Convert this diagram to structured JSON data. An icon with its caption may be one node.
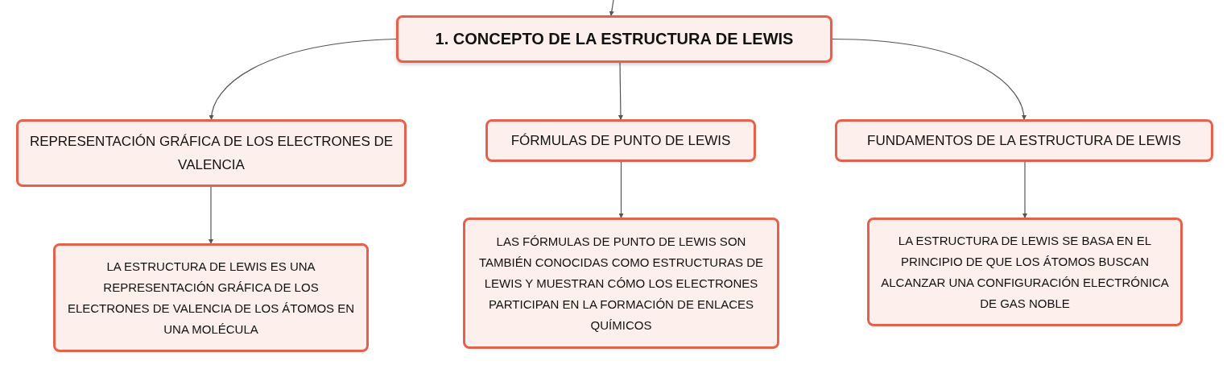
{
  "diagram": {
    "nodes": [
      {
        "text": [
          "1. CONCEPTO DE LA ESTRUCTURA DE LEWIS"
        ]
      },
      {
        "text": [
          "REPRESENTACIÓN GRÁFICA DE LOS ELECTRONES DE VALENCIA"
        ]
      },
      {
        "text": [
          "FÓRMULAS DE PUNTO DE LEWIS"
        ]
      },
      {
        "text": [
          "FUNDAMENTOS DE LA ESTRUCTURA DE LEWIS"
        ]
      },
      {
        "text": [
          "LA ESTRUCTURA DE LEWIS ES UNA REPRESENTACIÓN GRÁFICA DE LOS ELECTRONES DE VALENCIA DE LOS ÁTOMOS EN UNA MOLÉCULA"
        ]
      },
      {
        "text": [
          "LAS FÓRMULAS DE PUNTO DE LEWIS SON TAMBIÉN CONOCIDAS COMO ESTRUCTURAS DE LEWIS Y MUESTRAN CÓMO LOS ELECTRONES PARTICIPAN EN LA FORMACIÓN DE ENLACES QUÍMICOS"
        ]
      },
      {
        "text": [
          "LA ESTRUCTURA DE LEWIS SE BASA EN EL PRINCIPIO DE QUE LOS ÁTOMOS BUSCAN ALCANZAR UNA CONFIGURACIÓN ELECTRÓNICA DE GAS NOBLE"
        ]
      }
    ],
    "edges": [
      {
        "from": null,
        "to": 0,
        "arrow": "to"
      },
      {
        "from": 0,
        "to": 1,
        "arrow": "to"
      },
      {
        "from": 0,
        "to": 2,
        "arrow": "to"
      },
      {
        "from": 0,
        "to": 3,
        "arrow": "to"
      },
      {
        "from": 1,
        "to": 4,
        "arrow": "to"
      },
      {
        "from": 2,
        "to": 5,
        "arrow": "to"
      },
      {
        "from": 3,
        "to": 6,
        "arrow": "to"
      }
    ]
  }
}
